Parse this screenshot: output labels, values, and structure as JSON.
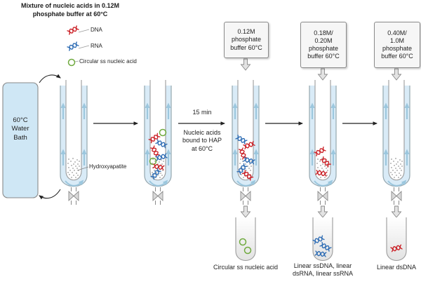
{
  "title": "Mixture of nucleic acids in 0.12M\nphosphate buffer at 60°C",
  "legend": {
    "dna_label": "DNA",
    "rna_label": "RNA",
    "circular_label": "Circular ss nucleic acid"
  },
  "water_bath_label": "60°C\nWater\nBath",
  "hydroxyapatite_label": "Hydroxyapatite",
  "step_note": {
    "time": "15 min",
    "text": "Nucleic acids\nbound to HAP\nat 60°C"
  },
  "buffer_boxes": [
    {
      "label": "0.12M\nphosphate\nbuffer 60°C"
    },
    {
      "label": "0.18M/\n0.20M\nphosphate\nbuffer 60°C"
    },
    {
      "label": "0.40M/\n1.0M\nphosphate\nbuffer 60°C"
    }
  ],
  "outputs": [
    {
      "label": "Circular ss nucleic acid"
    },
    {
      "label": "Linear ssDNA, linear\ndsRNA, linear ssRNA"
    },
    {
      "label": "Linear dsDNA"
    }
  ],
  "colors": {
    "dna": "#cb2026",
    "rna": "#2d6cb4",
    "circular_ssna": "#6faa3e",
    "water_jacket": "#d9ebf7",
    "flow_arrow": "#9cc7de"
  }
}
